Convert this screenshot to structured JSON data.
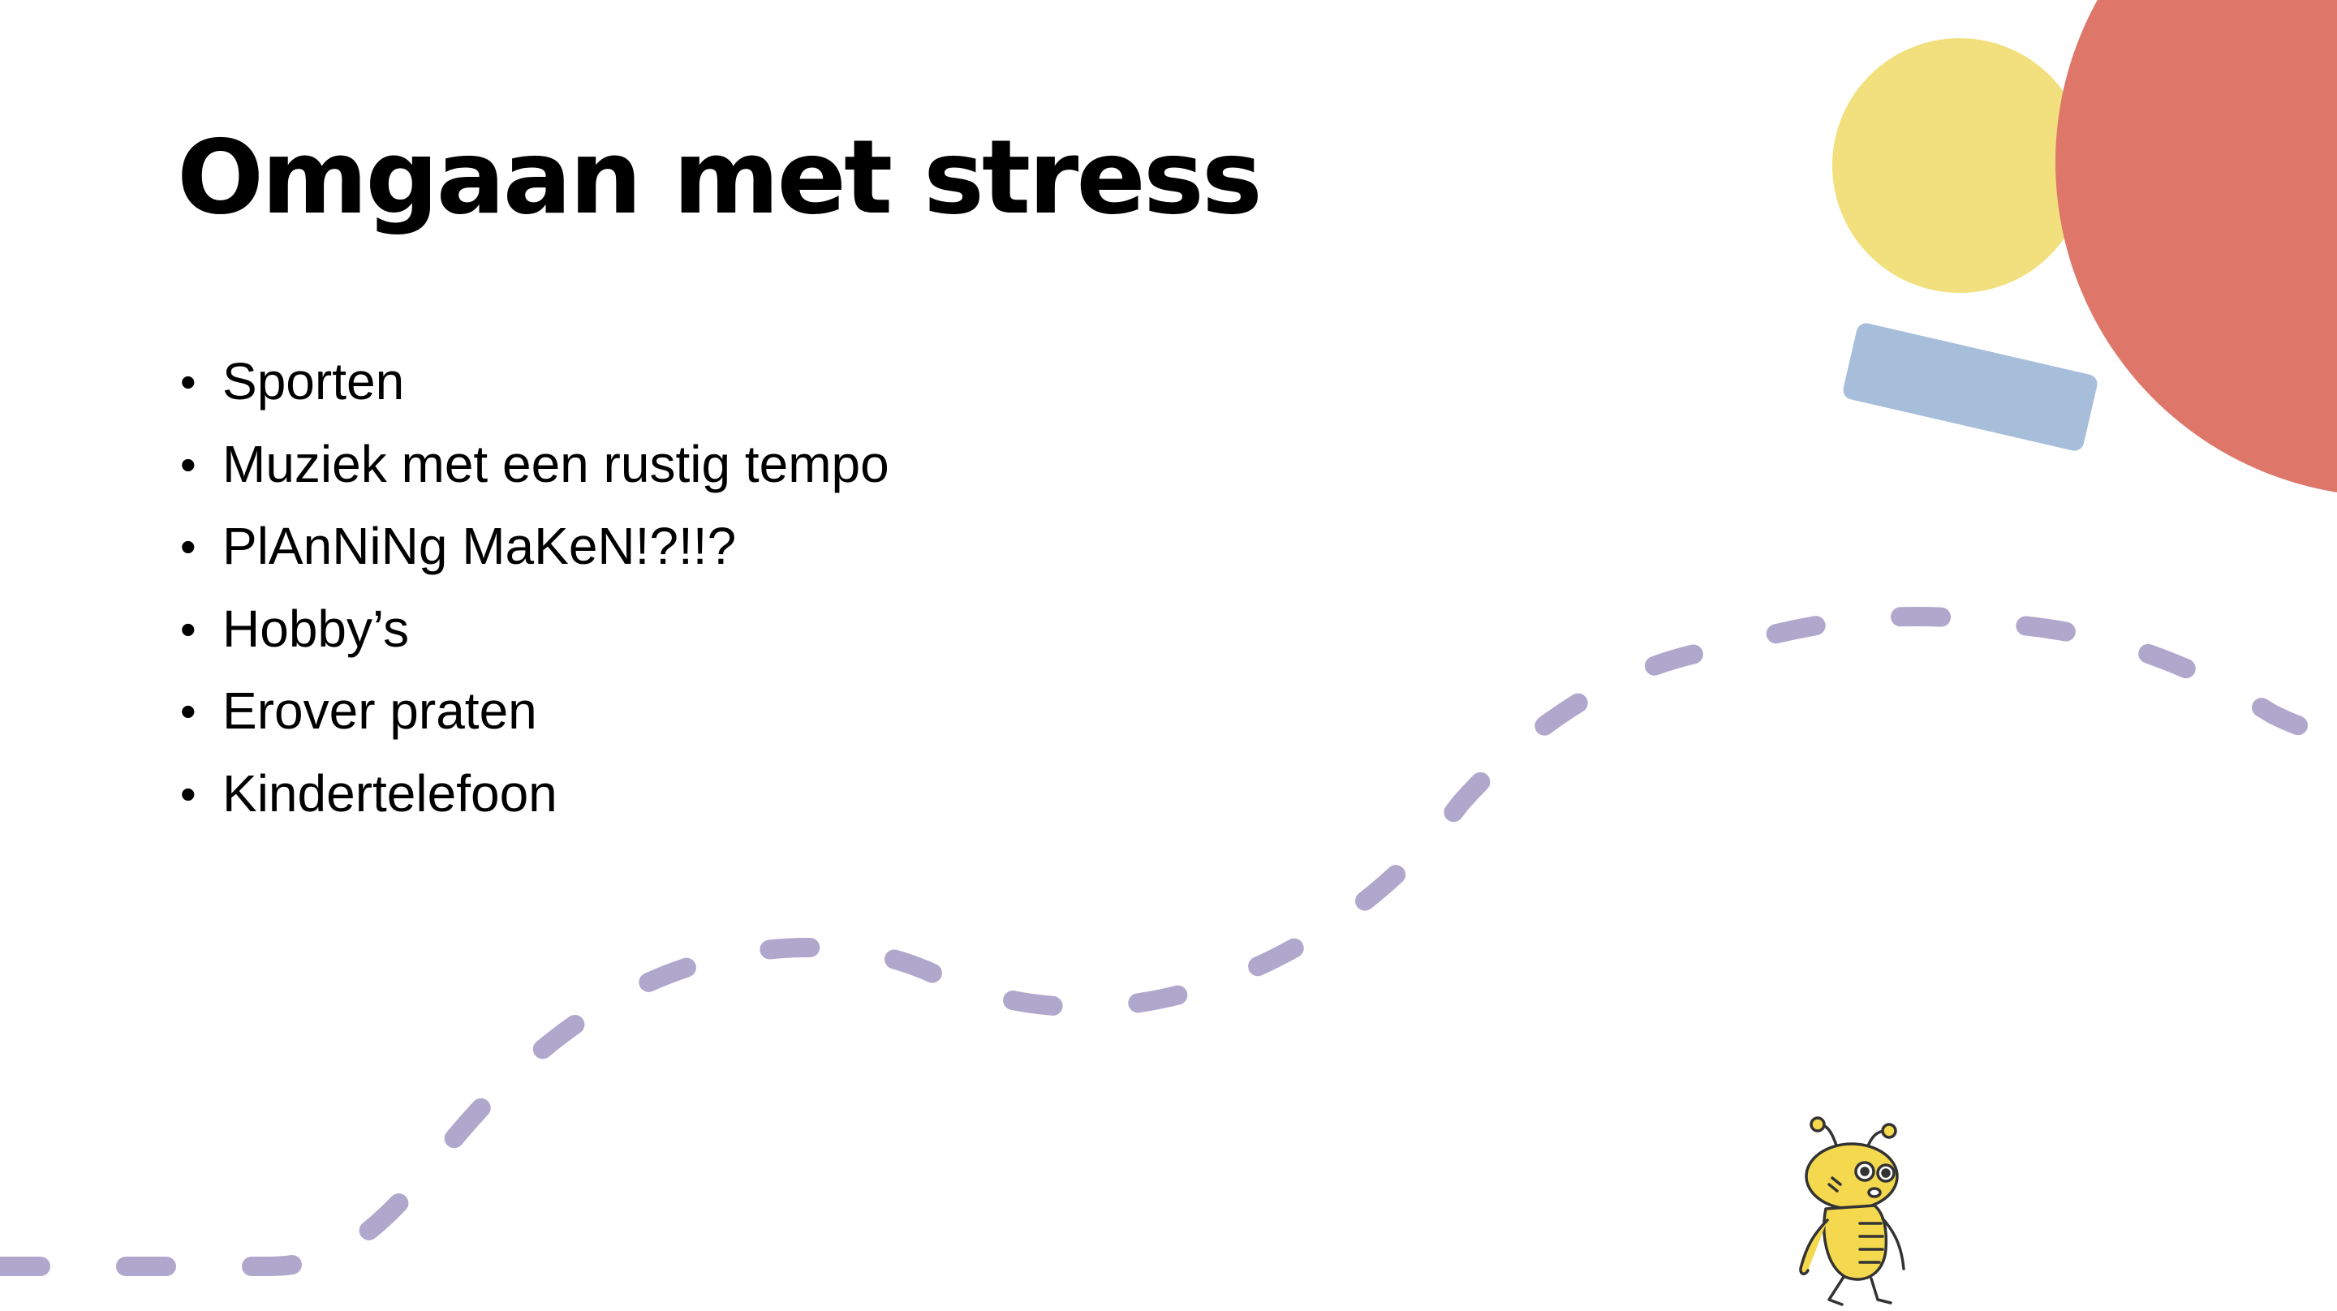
{
  "slide": {
    "title": "Omgaan met stress",
    "bullets": [
      "Sporten",
      "Muziek met een rustig tempo",
      "PlAnNiNg MaKeN!?!!?",
      "Hobby’s",
      "Erover praten",
      "Kindertelefoon"
    ],
    "bullet_symbol": "•"
  },
  "decorations": {
    "colors": {
      "yellow_circle": "#f2e07e",
      "red_circle": "#de776a",
      "blue_bar": "#a7bedb",
      "dashed_path": "#afa8cc",
      "character": "#f4d94e"
    },
    "icons": [
      "yellow-circle-shape",
      "red-circle-shape",
      "blue-bar-shape",
      "dashed-path-line",
      "alien-character-icon"
    ]
  }
}
